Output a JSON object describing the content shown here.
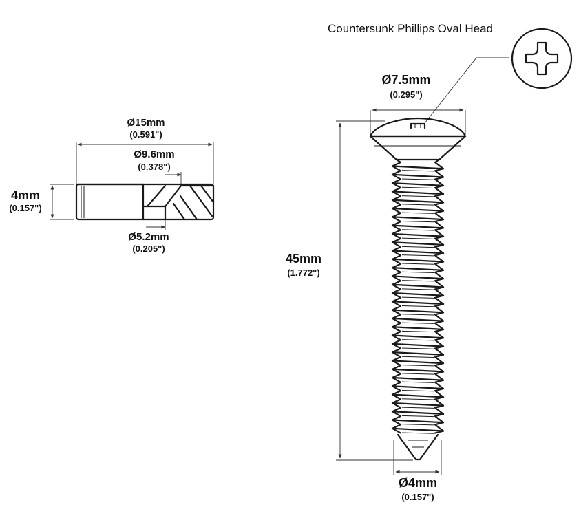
{
  "screw": {
    "head_type": "Countersunk Phillips Oval Head",
    "head_diameter": "Ø7.5mm",
    "head_diameter_in": "(0.295\")",
    "length": "45mm",
    "length_in": "(1.772\")",
    "shaft_diameter": "Ø4mm",
    "shaft_diameter_in": "(0.157\")"
  },
  "washer": {
    "outer_diameter": "Ø15mm",
    "outer_diameter_in": "(0.591\")",
    "countersink_diameter": "Ø9.6mm",
    "countersink_diameter_in": "(0.378\")",
    "inner_diameter": "Ø5.2mm",
    "inner_diameter_in": "(0.205\")",
    "thickness": "4mm",
    "thickness_in": "(0.157\")"
  },
  "icons": {
    "head_detail": "phillips-cross-icon"
  }
}
